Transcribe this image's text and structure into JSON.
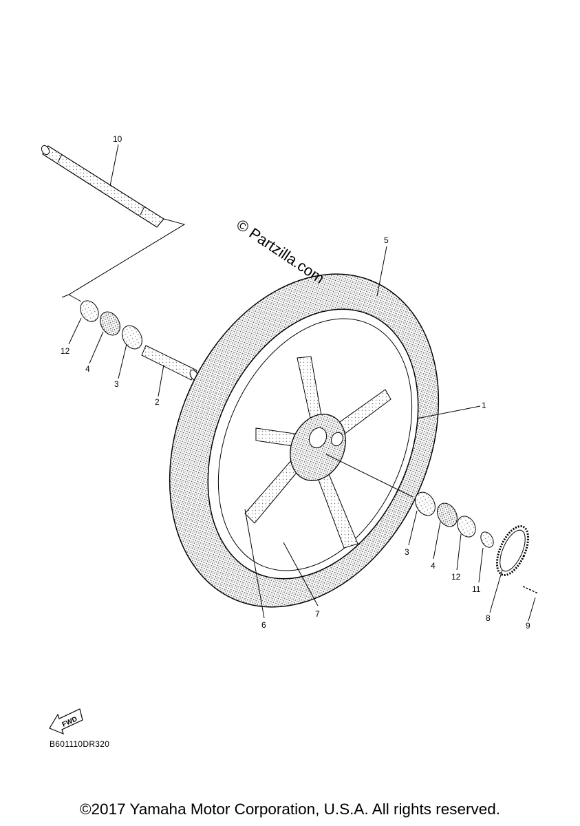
{
  "watermark": "© Partzilla.com",
  "callouts": {
    "c1": "1",
    "c2": "2",
    "c3a": "3",
    "c3b": "3",
    "c4a": "4",
    "c4b": "4",
    "c5": "5",
    "c6": "6",
    "c7": "7",
    "c8": "8",
    "c9": "9",
    "c10": "10",
    "c11": "11",
    "c12a": "12",
    "c12b": "12"
  },
  "fwd_label": "FWD",
  "diagram_code": "B601110DR320",
  "copyright": "©2017 Yamaha Motor Corporation, U.S.A. All rights reserved."
}
